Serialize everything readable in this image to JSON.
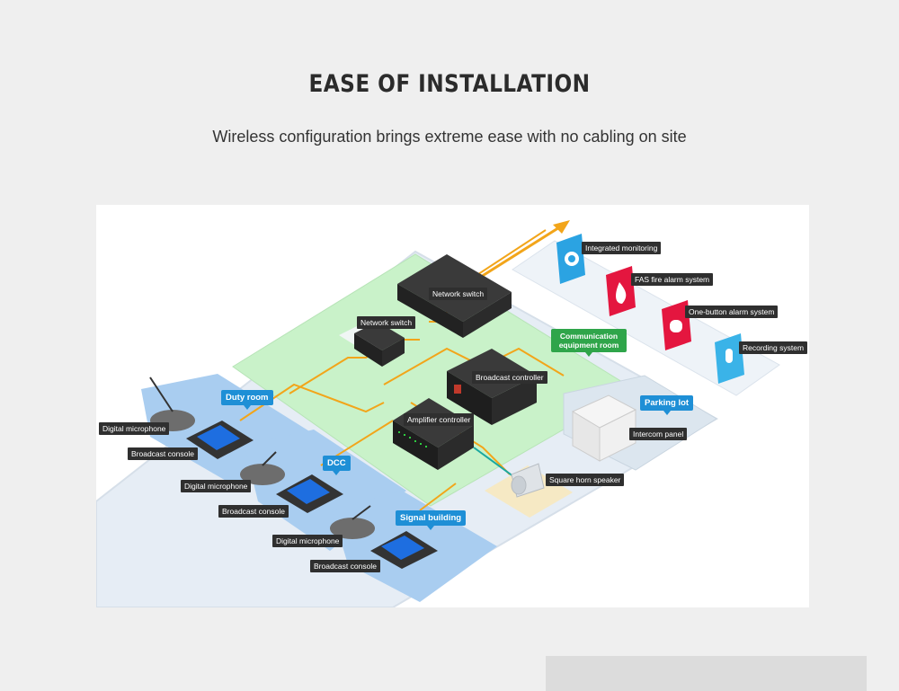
{
  "header": {
    "title": "EASE OF INSTALLATION",
    "subtitle": "Wireless configuration brings extreme ease with no cabling on site"
  },
  "diagram": {
    "zones": {
      "duty_room": "Duty room",
      "dcc": "DCC",
      "signal_building": "Signal building",
      "comm_room": "Communication equipment room",
      "parking_lot": "Parking lot"
    },
    "devices": {
      "network_switch_main": "Network switch",
      "network_switch_small": "Network switch",
      "broadcast_controller": "Broadcast controller",
      "amplifier_controller": "Amplifier controller",
      "intercom_panel": "Intercom panel",
      "square_horn_speaker": "Square horn speaker",
      "digital_microphone_1": "Digital microphone",
      "broadcast_console_1": "Broadcast console",
      "digital_microphone_2": "Digital microphone",
      "broadcast_console_2": "Broadcast console",
      "digital_microphone_3": "Digital microphone",
      "broadcast_console_3": "Broadcast console"
    },
    "systems": {
      "integrated_monitoring": "Integrated monitoring",
      "fas_fire_alarm": "FAS fire alarm system",
      "one_button_alarm": "One-button alarm system",
      "recording": "Recording system"
    },
    "colors": {
      "blue_zone": "#a9cdf0",
      "green_zone": "#c9f2c9",
      "grey_floor": "#e3ebf3",
      "cable": "#f2a51a",
      "teal_cable": "#19a8a0",
      "label_bg": "#2f2f2f",
      "zone_tag_blue": "#1e8fd6",
      "zone_tag_green": "#2fa54a"
    }
  }
}
